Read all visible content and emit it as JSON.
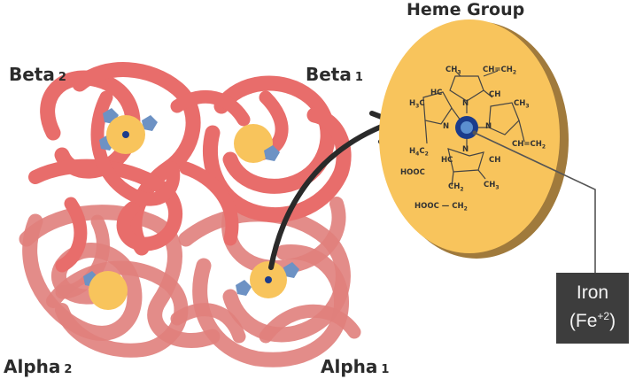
{
  "title": "Heme Group",
  "subunits": {
    "beta2": {
      "name": "Beta",
      "index": "2"
    },
    "beta1": {
      "name": "Beta",
      "index": "1"
    },
    "alpha2": {
      "name": "Alpha",
      "index": "2"
    },
    "alpha1": {
      "name": "Alpha",
      "index": "1"
    }
  },
  "heme_labels": {
    "ch3_top": "CH3",
    "vinyl_top": "CH=CH2",
    "h3c": "H3C",
    "hc_left": "HC",
    "ch_right": "CH",
    "ch3_right": "CH3",
    "n_top": "N",
    "n_left": "N",
    "n_right": "N",
    "n_bottom": "N",
    "vinyl_right": "CH=CH2",
    "h4c2": "H4C2",
    "hc_bottom": "HC",
    "ch_bottom": "CH",
    "hooc1": "HOOC",
    "ch2": "CH2",
    "ch3_bottom": "CH3",
    "hooc_ch2": "HOOC — CH2"
  },
  "iron": {
    "label": "Iron",
    "formula": "Fe",
    "charge": "+2"
  },
  "colors": {
    "protein": "#e8706e",
    "heme_disc": "#f8c45c",
    "heme_edge": "#a07a3c",
    "iron_dark": "#1b3c8c",
    "iron_light": "#5b8fd0",
    "arrow": "#2a2a2a",
    "iron_box": "#3d3d3d"
  }
}
